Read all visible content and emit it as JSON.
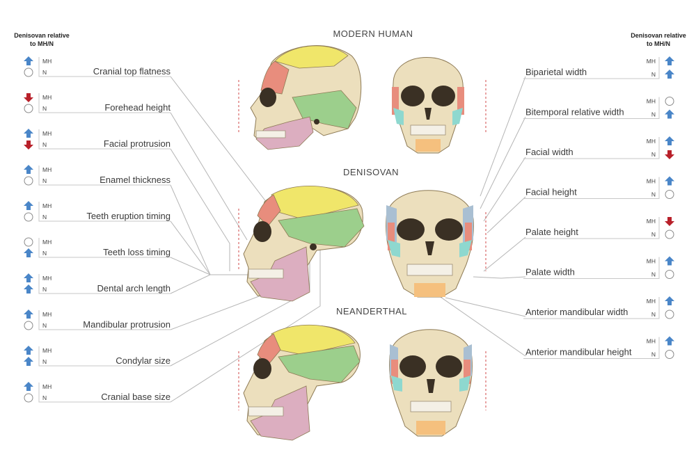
{
  "headers": {
    "left": [
      "Denisovan relative",
      "to MH/N"
    ],
    "right": [
      "Denisovan relative",
      "to MH/N"
    ]
  },
  "sections": {
    "modern": "MODERN HUMAN",
    "denisovan": "DENISOVAN",
    "neanderthal": "NEANDERTHAL"
  },
  "row_labels": {
    "mh": "MH",
    "n": "N"
  },
  "colors": {
    "up": "#4a86c8",
    "down": "#b8202a",
    "top_region": "#f0e66a",
    "forehead_region": "#e88d7d",
    "temporal_region": "#9ccf8c",
    "mandible_region": "#dcaec0",
    "zygomatic_region": "#8ed8cf",
    "parietal_side_region": "#a9bfd2",
    "chin_region": "#f5c07e"
  },
  "left_traits": [
    {
      "label": "Cranial top flatness",
      "mh": "up",
      "n": "same"
    },
    {
      "label": "Forehead height",
      "mh": "down",
      "n": "same"
    },
    {
      "label": "Facial protrusion",
      "mh": "up",
      "n": "down"
    },
    {
      "label": "Enamel thickness",
      "mh": "up",
      "n": "same"
    },
    {
      "label": "Teeth eruption timing",
      "mh": "up",
      "n": "same"
    },
    {
      "label": "Teeth loss timing",
      "mh": "same",
      "n": "up"
    },
    {
      "label": "Dental arch length",
      "mh": "up",
      "n": "up"
    },
    {
      "label": "Mandibular protrusion",
      "mh": "up",
      "n": "same"
    },
    {
      "label": "Condylar size",
      "mh": "up",
      "n": "up"
    },
    {
      "label": "Cranial base size",
      "mh": "up",
      "n": "same"
    }
  ],
  "right_traits": [
    {
      "label": "Biparietal width",
      "mh": "up",
      "n": "up"
    },
    {
      "label": "Bitemporal relative width",
      "mh": "same",
      "n": "up"
    },
    {
      "label": "Facial width",
      "mh": "up",
      "n": "down"
    },
    {
      "label": "Facial height",
      "mh": "up",
      "n": "same"
    },
    {
      "label": "Palate height",
      "mh": "down",
      "n": "same"
    },
    {
      "label": "Palate width",
      "mh": "up",
      "n": "same"
    },
    {
      "label": "Anterior mandibular width",
      "mh": "up",
      "n": "same"
    },
    {
      "label": "Anterior mandibular height",
      "mh": "up",
      "n": "same"
    }
  ]
}
